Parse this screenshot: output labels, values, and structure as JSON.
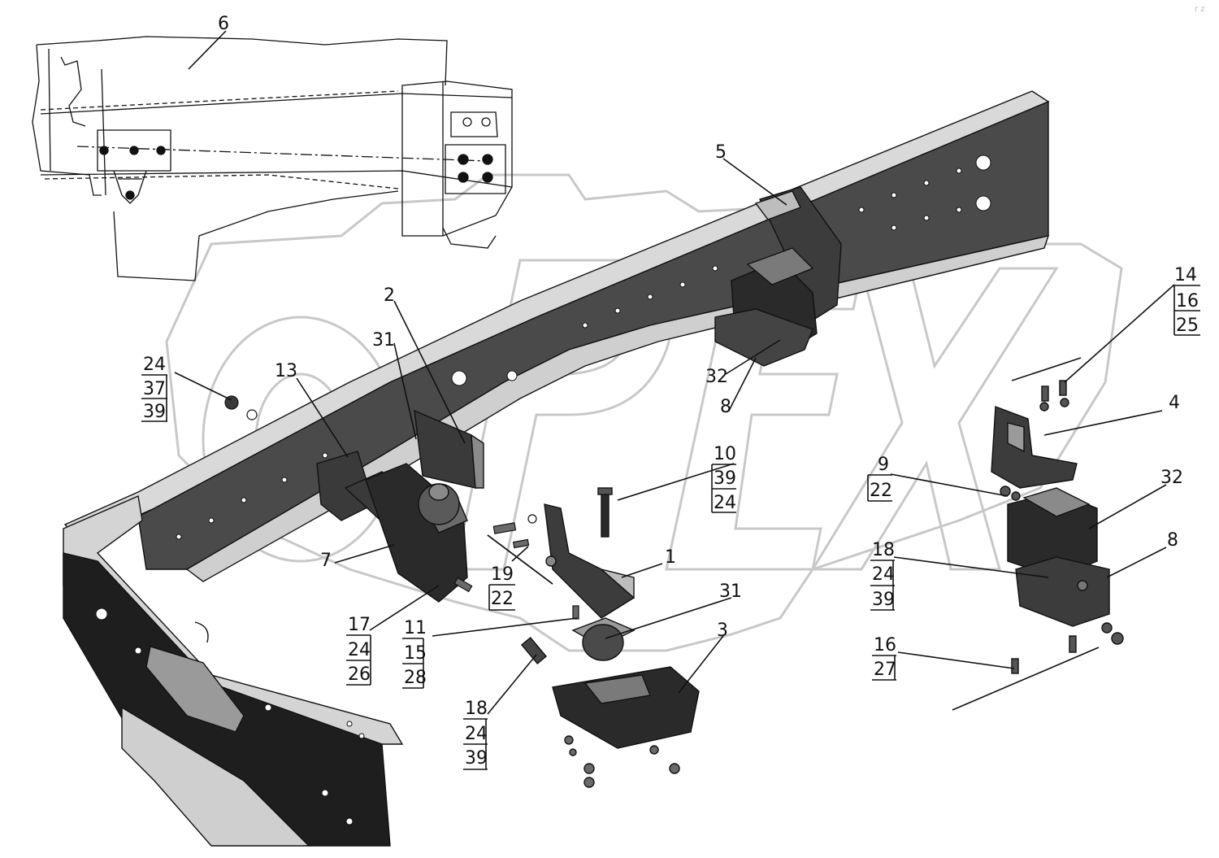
{
  "watermark": {
    "text": "OPEX",
    "color": "#c8c8c8"
  },
  "corner_mark": "r z",
  "colors": {
    "ink": "#111111",
    "part_dark": "#3c3c3c",
    "part_mid": "#6a6a6a",
    "part_light": "#cfcfcf",
    "paper": "#ffffff"
  },
  "callouts": {
    "c6": "6",
    "c5": "5",
    "c2": "2",
    "c31a": "31",
    "c13": "13",
    "g24a": [
      "24",
      "37",
      "39"
    ],
    "c32a": "32",
    "c8a": "8",
    "g14": [
      "14",
      "16",
      "25"
    ],
    "c4": "4",
    "g10": [
      "10",
      "39",
      "24"
    ],
    "g9": [
      "9",
      "22"
    ],
    "c32b": "32",
    "c8b": "8",
    "g18a": [
      "18",
      "24",
      "39"
    ],
    "c1": "1",
    "c7": "7",
    "g19": [
      "19",
      "22"
    ],
    "g17": [
      "17",
      "24",
      "26"
    ],
    "g11": [
      "11",
      "15",
      "28"
    ],
    "c31b": "31",
    "c3": "3",
    "g18b": [
      "18",
      "24",
      "39"
    ],
    "g16": [
      "16",
      "27"
    ]
  }
}
